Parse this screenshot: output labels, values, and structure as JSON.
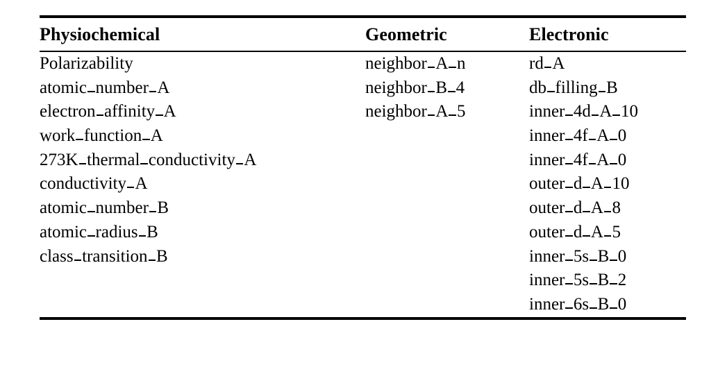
{
  "table": {
    "columns": [
      {
        "header": "Physiochemical",
        "items": [
          "Polarizability",
          "atomic_number_A",
          "electron_affinity_A",
          "work_function_A",
          "273K_thermal_conductivity_A",
          "conductivity_A",
          "atomic_number_B",
          "atomic_radius_B",
          "class_transition_B"
        ]
      },
      {
        "header": "Geometric",
        "items": [
          "neighbor_A_n",
          "neighbor_B_4",
          "neighbor_A_5"
        ]
      },
      {
        "header": "Electronic",
        "items": [
          "rd_A",
          "db_filling_B",
          "inner_4d_A_10",
          "inner_4f_A_0",
          "inner_4f_A_0",
          "outer_d_A_10",
          "outer_d_A_8",
          "outer_d_A_5",
          "inner_5s_B_0",
          "inner_5s_B_2",
          "inner_6s_B_0"
        ]
      }
    ],
    "rules": {
      "top": "thick",
      "middle": "thin",
      "bottom": "thick"
    },
    "colors": {
      "text": "#000000",
      "rule": "#000000",
      "background": "#ffffff"
    }
  }
}
